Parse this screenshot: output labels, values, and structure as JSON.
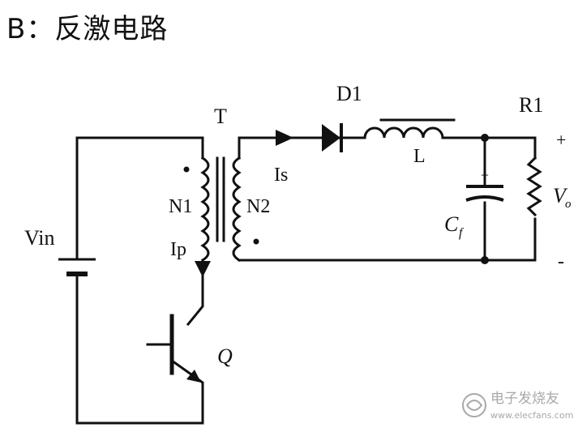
{
  "page": {
    "title": "B：反激电路"
  },
  "diagram": {
    "labels": {
      "transformer": "T",
      "primary_winding": "N1",
      "secondary_winding": "N2",
      "primary_current": "Ip",
      "secondary_current": "Is",
      "input_source": "Vin",
      "diode": "D1",
      "inductor": "L",
      "resistor": "R1",
      "capacitor": "C",
      "capacitor_sub": "f",
      "output_voltage": "V",
      "output_voltage_sub": "o",
      "plus_terminal": "+",
      "minus_terminal": "-",
      "switch": "Q"
    }
  },
  "watermark": {
    "cn": "电子发烧友",
    "url": "www.elecfans.com"
  }
}
